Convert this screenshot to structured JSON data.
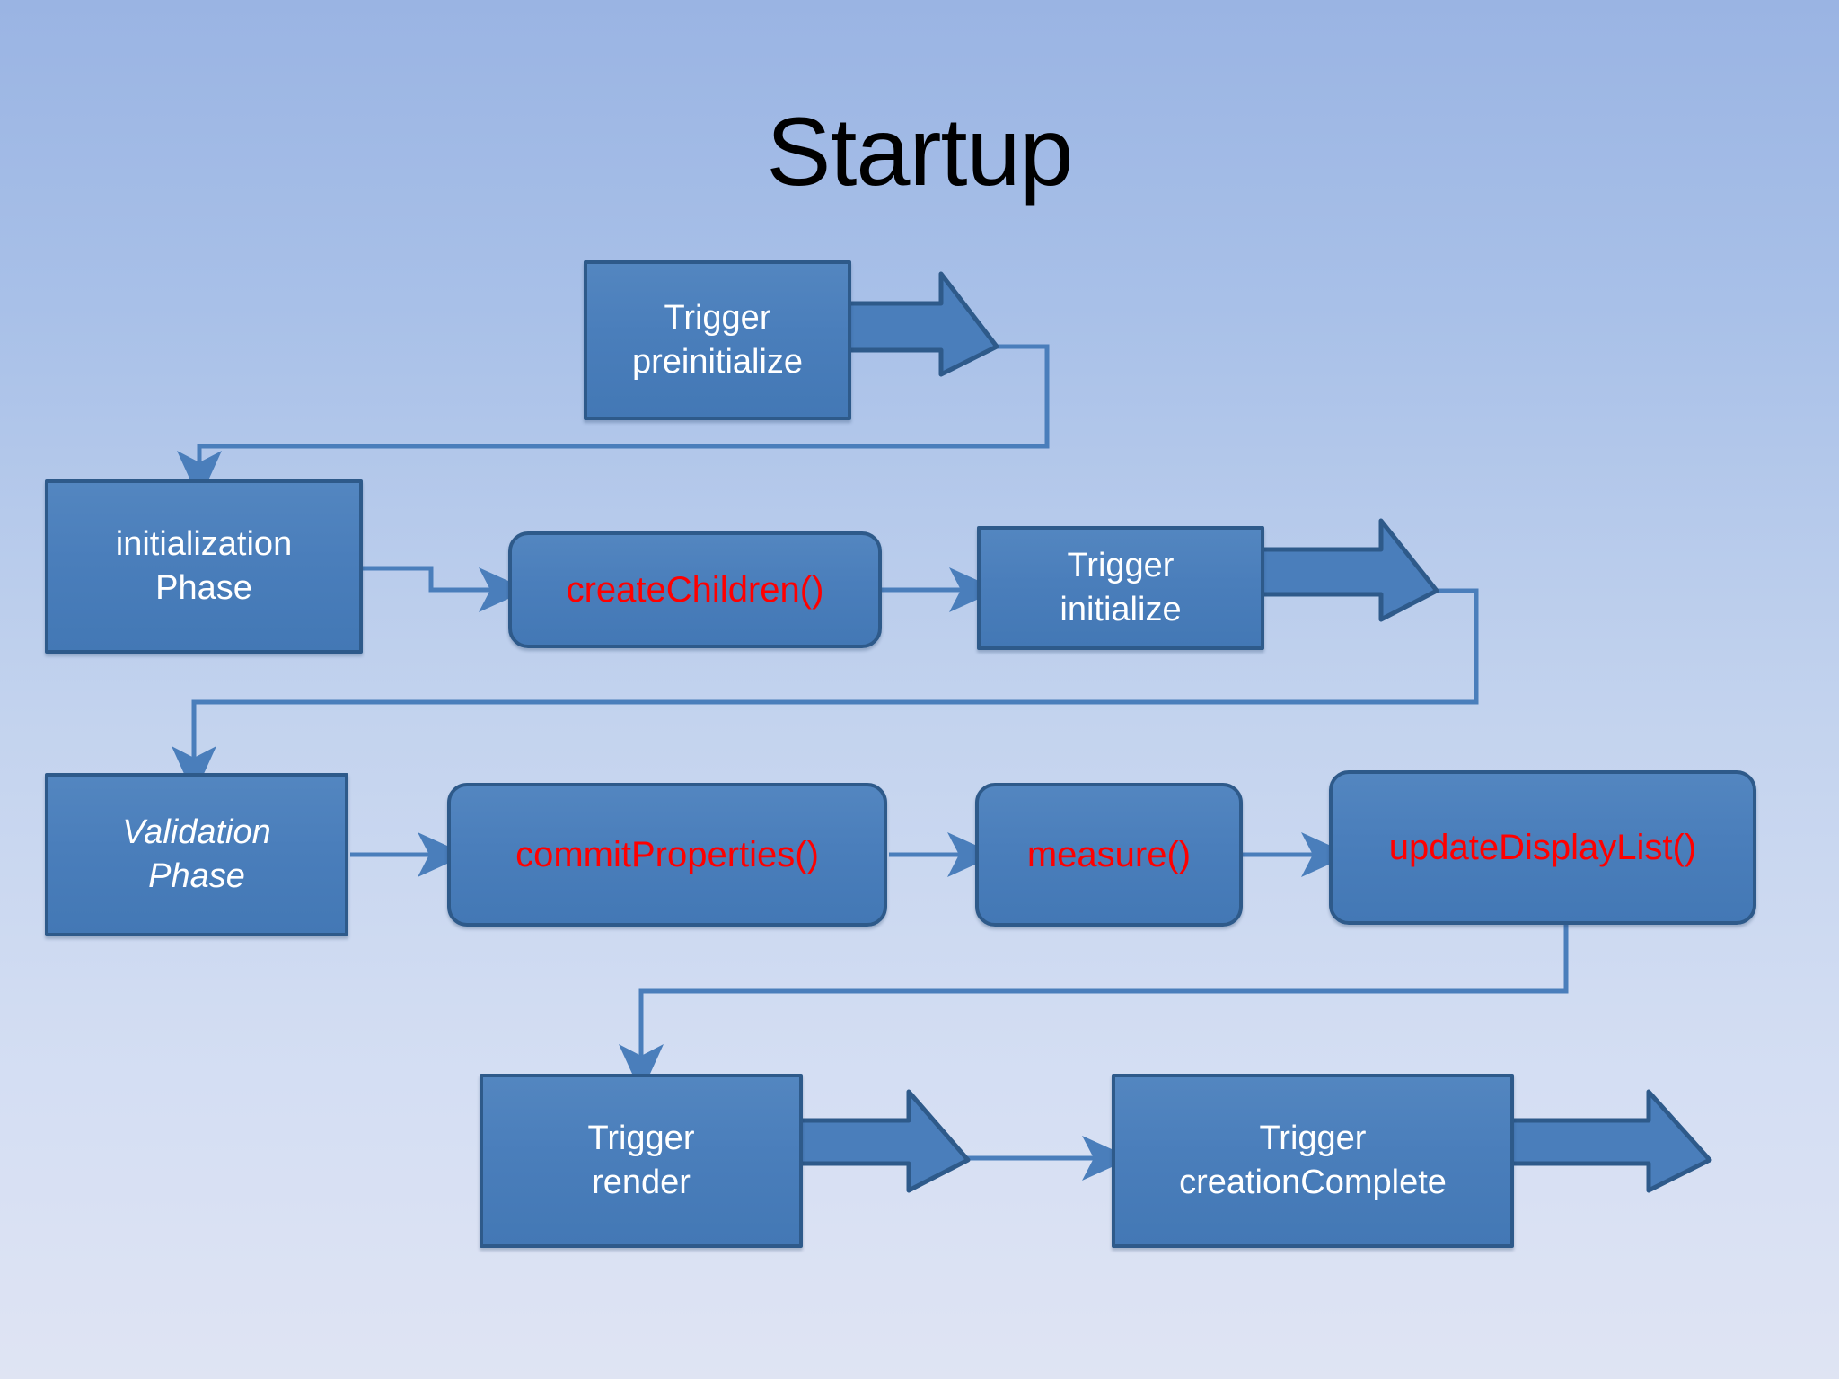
{
  "slide": {
    "title": "Startup"
  },
  "colors": {
    "node_fill": "#4a7ebb",
    "node_border": "#2e5a8a",
    "trigger_text": "#ffffff",
    "method_text": "#ff0000",
    "connector": "#4a7ebb",
    "background_top": "#9ab4e3",
    "background_bottom": "#dfe4f3"
  },
  "nodes": {
    "trigger_preinitialize": {
      "label": "Trigger\npreinitialize",
      "kind": "trigger-event"
    },
    "initialization_phase": {
      "label": "initialization\nPhase",
      "kind": "phase"
    },
    "create_children": {
      "label": "createChildren()",
      "kind": "method"
    },
    "trigger_initialize": {
      "label": "Trigger\ninitialize",
      "kind": "trigger-event"
    },
    "validation_phase": {
      "label": "Validation\nPhase",
      "kind": "phase"
    },
    "commit_properties": {
      "label": "commitProperties()",
      "kind": "method"
    },
    "measure": {
      "label": "measure()",
      "kind": "method"
    },
    "update_display_list": {
      "label": "updateDisplayList()",
      "kind": "method"
    },
    "trigger_render": {
      "label": "Trigger\nrender",
      "kind": "trigger-event"
    },
    "trigger_creation_complete": {
      "label": "Trigger\ncreationComplete",
      "kind": "trigger-event"
    }
  },
  "flow": [
    "Trigger preinitialize",
    "initialization Phase",
    "createChildren()",
    "Trigger initialize",
    "Validation Phase",
    "commitProperties()",
    "measure()",
    "updateDisplayList()",
    "Trigger render",
    "Trigger creationComplete"
  ]
}
